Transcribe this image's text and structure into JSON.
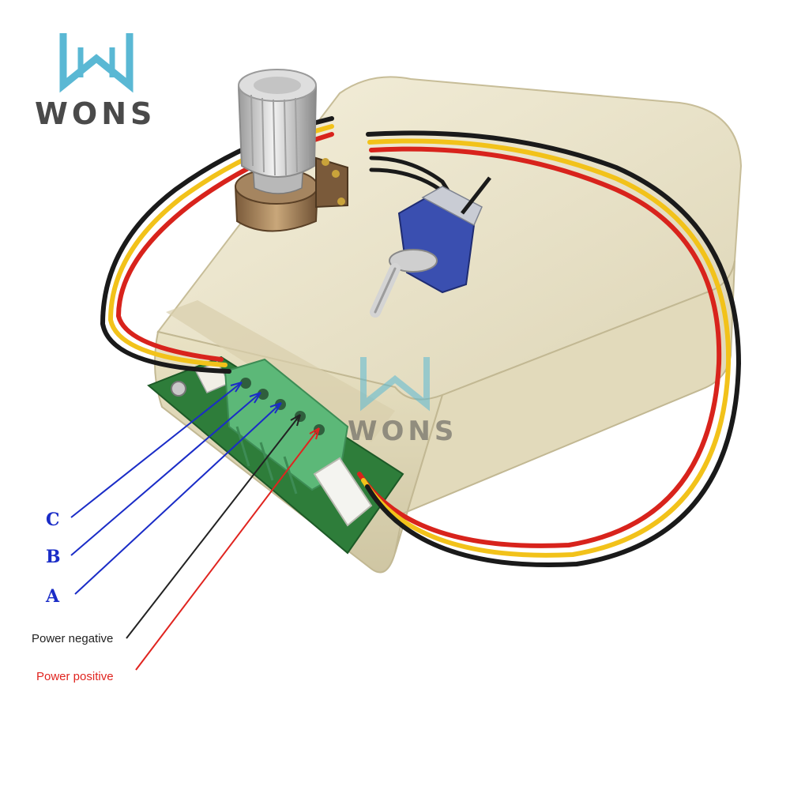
{
  "brand": {
    "logo_text": "WONS",
    "watermark_text": "WONS",
    "logo_color": "#5ab8d4",
    "text_color": "#4a4a4a"
  },
  "labels": {
    "c": "C",
    "b": "B",
    "a": "A",
    "power_negative": "Power negative",
    "power_positive": "Power positive"
  },
  "colors": {
    "phase_arrows": "#1a2cc7",
    "negative_arrow": "#222222",
    "positive_arrow": "#e0241f",
    "enclosure": "#ece6cc",
    "terminal_block": "#5cb878",
    "pcb": "#2e7d3a",
    "wire_red": "#d8231c",
    "wire_yellow": "#f2c21a",
    "wire_black": "#1a1a1a"
  },
  "icons": {
    "logo": "wons-w-icon",
    "potentiometer_knob": "knob-icon",
    "toggle_switch": "toggle-switch-icon"
  }
}
